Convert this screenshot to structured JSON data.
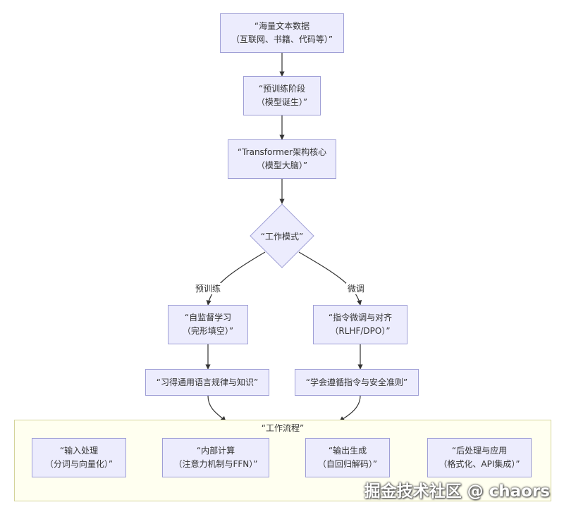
{
  "nodes": {
    "data": {
      "line1": "“海量文本数据",
      "line2": "（互联网、书籍、代码等）”"
    },
    "pretrain": {
      "line1": "“预训练阶段",
      "line2": "（模型诞生）”"
    },
    "transformer": {
      "line1": "“Transformer架构核心",
      "line2": "（模型大脑）”"
    },
    "mode": {
      "text": "“工作模式”"
    },
    "selfsup": {
      "line1": "“自监督学习",
      "line2": "（完形填空）”"
    },
    "finetune": {
      "line1": "“指令微调与对齐",
      "line2": "（RLHF/DPO）”"
    },
    "learn_general": {
      "text": "“习得通用语言规律与知识”"
    },
    "learn_safety": {
      "text": "“学会遵循指令与安全准则”"
    }
  },
  "edge_labels": {
    "pretrain": "预训练",
    "finetune": "微调"
  },
  "workflow": {
    "title": "“工作流程”",
    "steps": [
      {
        "line1": "“输入处理",
        "line2": "（分词与向量化）”"
      },
      {
        "line1": "“内部计算",
        "line2": "（注意力机制与FFN）”"
      },
      {
        "line1": "“输出生成",
        "line2": "（自回归解码）”"
      },
      {
        "line1": "“后处理与应用",
        "line2": "（格式化、API集成）”"
      }
    ]
  },
  "watermark": "掘金技术社区 @ chaors",
  "colors": {
    "node_fill": "#ececfd",
    "node_border": "#9f9fd6",
    "cluster_fill": "#fffff0",
    "cluster_border": "#d4d49a",
    "edge": "#333333"
  }
}
